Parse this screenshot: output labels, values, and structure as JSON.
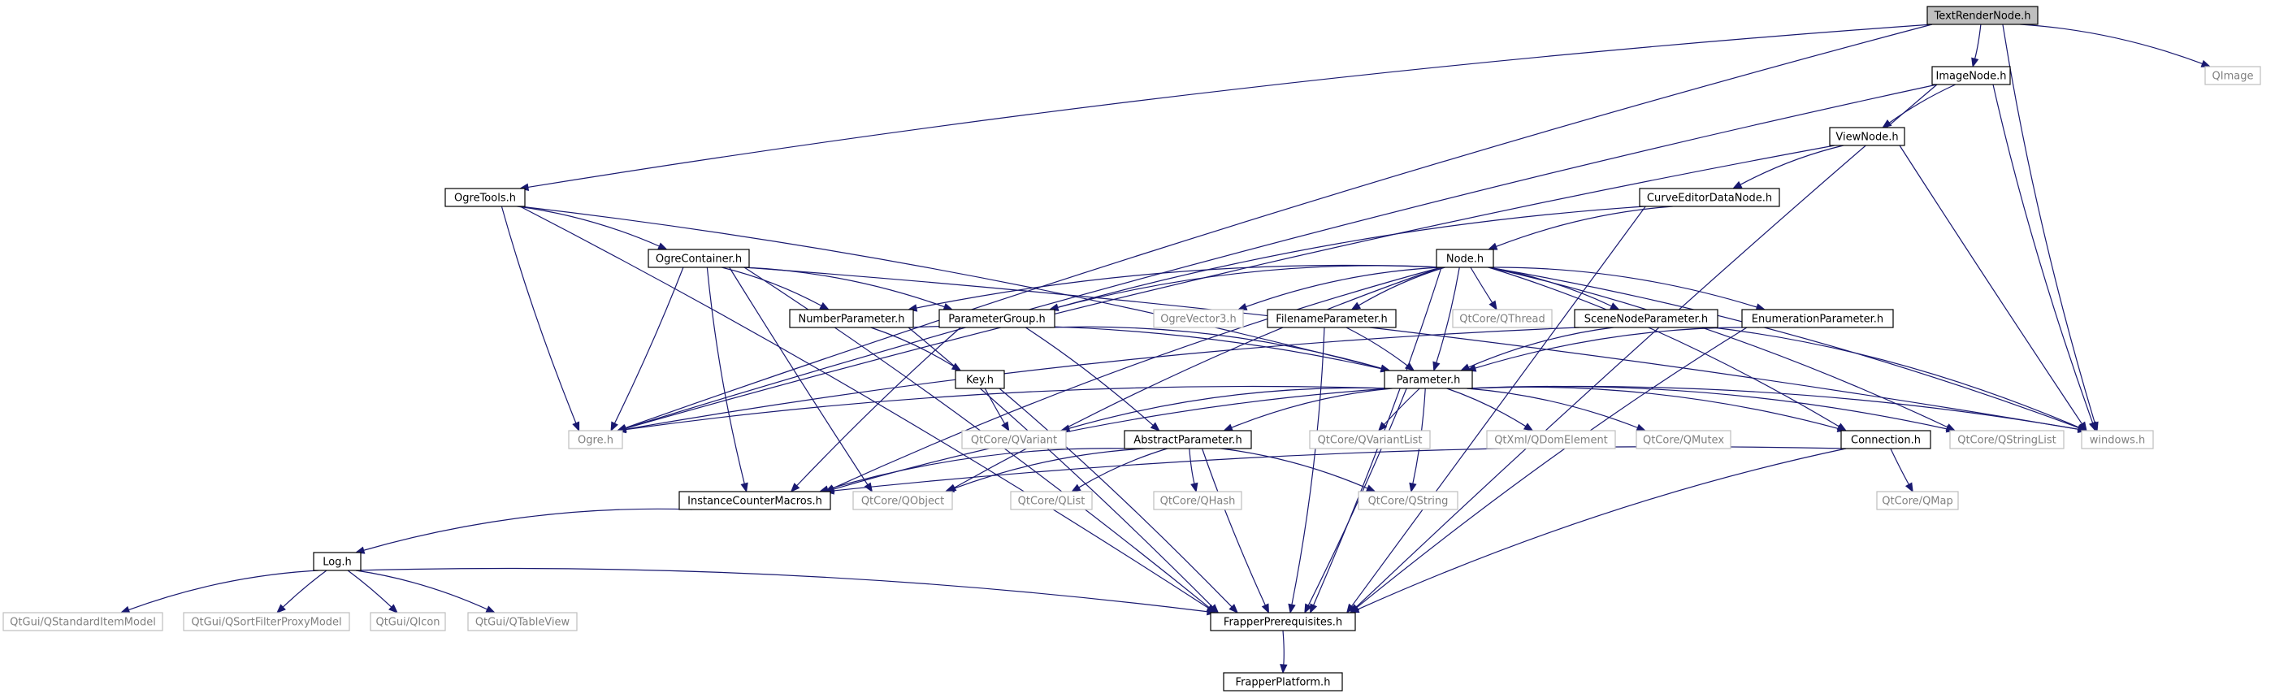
{
  "colors": {
    "edge": "#191970",
    "local_border": "#000000",
    "external_border": "#bfbfbf",
    "external_text": "#808080",
    "root_fill": "#bfbfbf"
  },
  "nodes": [
    {
      "id": "TextRenderNode.h",
      "kind": "root"
    },
    {
      "id": "QImage",
      "kind": "external"
    },
    {
      "id": "ImageNode.h",
      "kind": "local"
    },
    {
      "id": "ViewNode.h",
      "kind": "local"
    },
    {
      "id": "CurveEditorDataNode.h",
      "kind": "local"
    },
    {
      "id": "OgreTools.h",
      "kind": "local"
    },
    {
      "id": "OgreContainer.h",
      "kind": "local"
    },
    {
      "id": "Node.h",
      "kind": "local"
    },
    {
      "id": "NumberParameter.h",
      "kind": "local"
    },
    {
      "id": "ParameterGroup.h",
      "kind": "local"
    },
    {
      "id": "OgreVector3.h",
      "kind": "external"
    },
    {
      "id": "FilenameParameter.h",
      "kind": "local"
    },
    {
      "id": "QtCore/QThread",
      "kind": "external"
    },
    {
      "id": "SceneNodeParameter.h",
      "kind": "local"
    },
    {
      "id": "EnumerationParameter.h",
      "kind": "local"
    },
    {
      "id": "Key.h",
      "kind": "local"
    },
    {
      "id": "Parameter.h",
      "kind": "local"
    },
    {
      "id": "Ogre.h",
      "kind": "external"
    },
    {
      "id": "QtCore/QVariant",
      "kind": "external"
    },
    {
      "id": "AbstractParameter.h",
      "kind": "local"
    },
    {
      "id": "QtCore/QVariantList",
      "kind": "external"
    },
    {
      "id": "QtXml/QDomElement",
      "kind": "external"
    },
    {
      "id": "QtCore/QMutex",
      "kind": "external"
    },
    {
      "id": "Connection.h",
      "kind": "local"
    },
    {
      "id": "QtCore/QStringList",
      "kind": "external"
    },
    {
      "id": "windows.h",
      "kind": "external"
    },
    {
      "id": "InstanceCounterMacros.h",
      "kind": "local"
    },
    {
      "id": "QtCore/QObject",
      "kind": "external"
    },
    {
      "id": "QtCore/QList",
      "kind": "external"
    },
    {
      "id": "QtCore/QHash",
      "kind": "external"
    },
    {
      "id": "QtCore/QString",
      "kind": "external"
    },
    {
      "id": "QtCore/QMap",
      "kind": "external"
    },
    {
      "id": "Log.h",
      "kind": "local"
    },
    {
      "id": "QtGui/QStandardItemModel",
      "kind": "external"
    },
    {
      "id": "QtGui/QSortFilterProxyModel",
      "kind": "external"
    },
    {
      "id": "QtGui/QIcon",
      "kind": "external"
    },
    {
      "id": "QtGui/QTableView",
      "kind": "external"
    },
    {
      "id": "FrapperPrerequisites.h",
      "kind": "local"
    },
    {
      "id": "FrapperPlatform.h",
      "kind": "local"
    }
  ],
  "edges": [
    [
      "TextRenderNode.h",
      "ImageNode.h"
    ],
    [
      "TextRenderNode.h",
      "QImage"
    ],
    [
      "TextRenderNode.h",
      "OgreTools.h"
    ],
    [
      "TextRenderNode.h",
      "Ogre.h"
    ],
    [
      "TextRenderNode.h",
      "windows.h"
    ],
    [
      "ImageNode.h",
      "ViewNode.h"
    ],
    [
      "ImageNode.h",
      "Ogre.h"
    ],
    [
      "ImageNode.h",
      "windows.h"
    ],
    [
      "ImageNode.h",
      "FrapperPrerequisites.h"
    ],
    [
      "ViewNode.h",
      "CurveEditorDataNode.h"
    ],
    [
      "ViewNode.h",
      "Ogre.h"
    ],
    [
      "ViewNode.h",
      "windows.h"
    ],
    [
      "CurveEditorDataNode.h",
      "Node.h"
    ],
    [
      "CurveEditorDataNode.h",
      "ParameterGroup.h"
    ],
    [
      "CurveEditorDataNode.h",
      "FrapperPrerequisites.h"
    ],
    [
      "OgreTools.h",
      "OgreContainer.h"
    ],
    [
      "OgreTools.h",
      "Ogre.h"
    ],
    [
      "OgreTools.h",
      "Parameter.h"
    ],
    [
      "OgreTools.h",
      "FrapperPrerequisites.h"
    ],
    [
      "OgreContainer.h",
      "NumberParameter.h"
    ],
    [
      "OgreContainer.h",
      "ParameterGroup.h"
    ],
    [
      "OgreContainer.h",
      "Ogre.h"
    ],
    [
      "OgreContainer.h",
      "InstanceCounterMacros.h"
    ],
    [
      "OgreContainer.h",
      "QtCore/QObject"
    ],
    [
      "OgreContainer.h",
      "FrapperPrerequisites.h"
    ],
    [
      "OgreContainer.h",
      "windows.h"
    ],
    [
      "Node.h",
      "NumberParameter.h"
    ],
    [
      "Node.h",
      "ParameterGroup.h"
    ],
    [
      "Node.h",
      "OgreVector3.h"
    ],
    [
      "Node.h",
      "FilenameParameter.h"
    ],
    [
      "Node.h",
      "QtCore/QThread"
    ],
    [
      "Node.h",
      "SceneNodeParameter.h"
    ],
    [
      "Node.h",
      "EnumerationParameter.h"
    ],
    [
      "Node.h",
      "Parameter.h"
    ],
    [
      "Node.h",
      "InstanceCounterMacros.h"
    ],
    [
      "Node.h",
      "QtCore/QObject"
    ],
    [
      "Node.h",
      "Connection.h"
    ],
    [
      "Node.h",
      "QtCore/QStringList"
    ],
    [
      "Node.h",
      "windows.h"
    ],
    [
      "Node.h",
      "FrapperPrerequisites.h"
    ],
    [
      "NumberParameter.h",
      "Key.h"
    ],
    [
      "NumberParameter.h",
      "Parameter.h"
    ],
    [
      "NumberParameter.h",
      "FrapperPrerequisites.h"
    ],
    [
      "ParameterGroup.h",
      "AbstractParameter.h"
    ],
    [
      "ParameterGroup.h",
      "Parameter.h"
    ],
    [
      "ParameterGroup.h",
      "InstanceCounterMacros.h"
    ],
    [
      "FilenameParameter.h",
      "Parameter.h"
    ],
    [
      "FilenameParameter.h",
      "FrapperPrerequisites.h"
    ],
    [
      "SceneNodeParameter.h",
      "Parameter.h"
    ],
    [
      "SceneNodeParameter.h",
      "Ogre.h"
    ],
    [
      "SceneNodeParameter.h",
      "windows.h"
    ],
    [
      "EnumerationParameter.h",
      "Parameter.h"
    ],
    [
      "EnumerationParameter.h",
      "FrapperPrerequisites.h"
    ],
    [
      "Key.h",
      "QtCore/QVariant"
    ],
    [
      "Key.h",
      "FrapperPrerequisites.h"
    ],
    [
      "Parameter.h",
      "Ogre.h"
    ],
    [
      "Parameter.h",
      "QtCore/QVariant"
    ],
    [
      "Parameter.h",
      "AbstractParameter.h"
    ],
    [
      "Parameter.h",
      "QtCore/QVariantList"
    ],
    [
      "Parameter.h",
      "QtXml/QDomElement"
    ],
    [
      "Parameter.h",
      "QtCore/QMutex"
    ],
    [
      "Parameter.h",
      "Connection.h"
    ],
    [
      "Parameter.h",
      "QtCore/QStringList"
    ],
    [
      "Parameter.h",
      "windows.h"
    ],
    [
      "Parameter.h",
      "InstanceCounterMacros.h"
    ],
    [
      "Parameter.h",
      "QtCore/QString"
    ],
    [
      "Parameter.h",
      "FrapperPrerequisites.h"
    ],
    [
      "AbstractParameter.h",
      "QtCore/QObject"
    ],
    [
      "AbstractParameter.h",
      "QtCore/QList"
    ],
    [
      "AbstractParameter.h",
      "QtCore/QHash"
    ],
    [
      "AbstractParameter.h",
      "QtCore/QString"
    ],
    [
      "AbstractParameter.h",
      "InstanceCounterMacros.h"
    ],
    [
      "AbstractParameter.h",
      "FrapperPrerequisites.h"
    ],
    [
      "Connection.h",
      "QtCore/QMap"
    ],
    [
      "Connection.h",
      "InstanceCounterMacros.h"
    ],
    [
      "Connection.h",
      "FrapperPrerequisites.h"
    ],
    [
      "InstanceCounterMacros.h",
      "Log.h"
    ],
    [
      "Log.h",
      "QtGui/QStandardItemModel"
    ],
    [
      "Log.h",
      "QtGui/QSortFilterProxyModel"
    ],
    [
      "Log.h",
      "QtGui/QIcon"
    ],
    [
      "Log.h",
      "QtGui/QTableView"
    ],
    [
      "Log.h",
      "FrapperPrerequisites.h"
    ],
    [
      "FrapperPrerequisites.h",
      "FrapperPlatform.h"
    ]
  ]
}
